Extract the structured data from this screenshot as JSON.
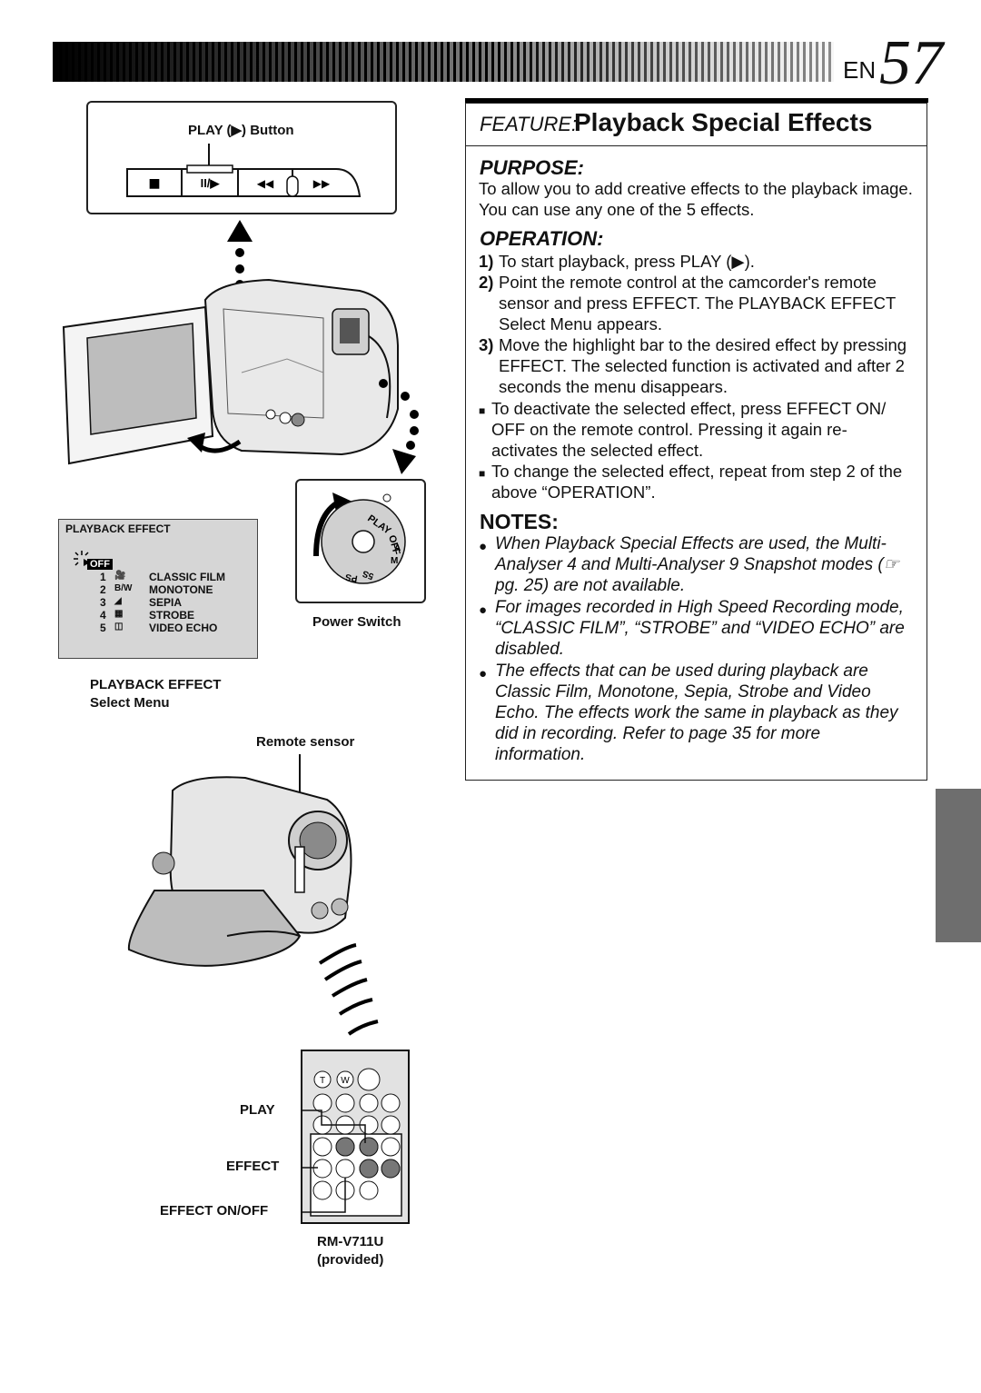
{
  "header": {
    "prefix": "EN",
    "page_number": "57"
  },
  "feature": {
    "label": "FEATURE:",
    "title": "Playback Special Effects",
    "purpose_heading": "PURPOSE:",
    "purpose_text": "To allow you to add creative effects to the playback image. You can use any one of the 5 effects.",
    "operation_heading": "OPERATION:",
    "steps": [
      {
        "num": "1)",
        "text": "To start playback, press PLAY (▶)."
      },
      {
        "num": "2)",
        "text": "Point the remote control at the camcorder's remote sensor and press EFFECT. The PLAYBACK EFFECT Select Menu appears."
      },
      {
        "num": "3)",
        "text": "Move the highlight bar to the desired effect by pressing EFFECT. The selected function is activated and after 2 seconds the menu disappears."
      }
    ],
    "bullets": [
      "To deactivate the selected effect, press EFFECT ON/ OFF on the remote control. Pressing it again re- activates the selected effect.",
      "To change the selected effect, repeat from step 2 of the above “OPERATION”."
    ],
    "notes_heading": "NOTES:",
    "notes": [
      "When Playback Special Effects are used, the Multi- Analyser 4 and Multi-Analyser 9 Snapshot modes (☞ pg. 25) are not available.",
      "For images recorded in High Speed Recording mode, “CLASSIC FILM”, “STROBE” and “VIDEO ECHO” are disabled.",
      "The effects that can be used during playback are Classic Film, Monotone, Sepia, Strobe and Video Echo. The effects work the same in playback as they did in recording. Refer to page 35 for more information."
    ]
  },
  "play_panel": {
    "label": "PLAY (▶) Button",
    "buttons": [
      "■",
      "II/▶",
      "◀◀",
      "▶▶"
    ]
  },
  "menu": {
    "title": "PLAYBACK EFFECT",
    "off_label": "OFF",
    "items": [
      {
        "num": "1",
        "icon": "film-icon",
        "label": "CLASSIC FILM"
      },
      {
        "num": "2",
        "icon_text": "B/W",
        "label": "MONOTONE"
      },
      {
        "num": "3",
        "icon": "sepia-icon",
        "label": "SEPIA"
      },
      {
        "num": "4",
        "icon": "strobe-icon",
        "label": "STROBE"
      },
      {
        "num": "5",
        "icon": "video-echo-icon",
        "label": "VIDEO ECHO"
      }
    ],
    "caption_line1": "PLAYBACK EFFECT",
    "caption_line2": "Select Menu"
  },
  "power_switch": {
    "caption": "Power Switch",
    "dial_labels": [
      "PLAY",
      "OFF",
      "A",
      "M",
      "5S",
      "PS"
    ]
  },
  "remote": {
    "sensor_caption": "Remote sensor",
    "play_label": "PLAY",
    "effect_label": "EFFECT",
    "effect_onoff_label": "EFFECT ON/OFF",
    "model": "RM-V711U",
    "provided": "(provided)",
    "key_labels": [
      "T",
      "W"
    ]
  }
}
